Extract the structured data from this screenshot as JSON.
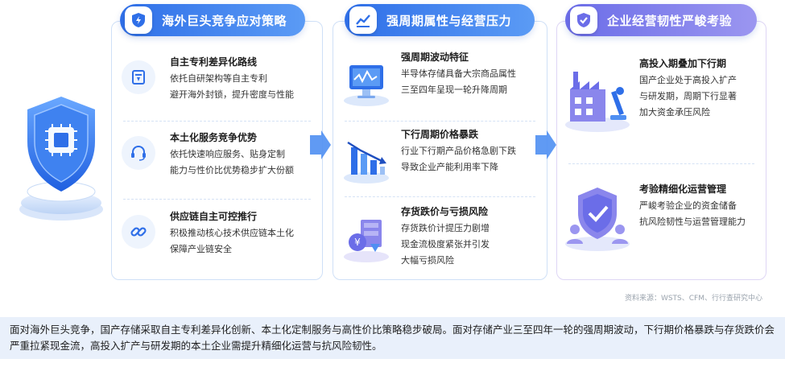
{
  "columns": [
    {
      "title": "海外巨头竞争应对策略",
      "icon": "shield-bolt-icon",
      "items": [
        {
          "title": "自主专利差异化路线",
          "lines": [
            "依托自研架构等自主专利",
            "避开海外封锁，提升密度与性能"
          ],
          "icon": "patent-document-icon"
        },
        {
          "title": "本土化服务竞争优势",
          "lines": [
            "依托快速响应服务、贴身定制",
            "能力与性价比优势稳步扩大份额"
          ],
          "icon": "headset-icon"
        },
        {
          "title": "供应链自主可控推行",
          "lines": [
            "积极推动核心技术供应链本土化",
            "保障产业链安全"
          ],
          "icon": "chain-link-icon"
        }
      ]
    },
    {
      "title": "强周期属性与经营压力",
      "icon": "trend-chart-icon",
      "items": [
        {
          "title": "强周期波动特征",
          "lines": [
            "半导体存储具备大宗商品属性",
            "三至四年呈现一轮升降周期"
          ],
          "icon": "monitor-wave-icon"
        },
        {
          "title": "下行周期价格暴跌",
          "lines": [
            "行业下行期产品价格急剧下跌",
            "导致企业产能利用率下降"
          ],
          "icon": "falling-bars-icon"
        },
        {
          "title": "存货跌价与亏损风险",
          "lines": [
            "存货跌价计提压力剧增",
            "现金流极度紧张并引发",
            "大幅亏损风险"
          ],
          "icon": "inventory-coin-icon"
        }
      ]
    },
    {
      "title": "企业经营韧性严峻考验",
      "icon": "shield-check-icon",
      "items": [
        {
          "title": "高投入期叠加下行期",
          "lines": [
            "国产企业处于高投入扩产",
            "与研发期，周期下行显著",
            "加大资金承压风险"
          ],
          "icon": "factory-microscope-icon"
        },
        {
          "title": "考验精细化运营管理",
          "lines": [
            "严峻考验企业的资金储备",
            "抗风险韧性与运营管理能力"
          ],
          "icon": "shield-team-icon"
        }
      ]
    }
  ],
  "source": "资料来源：WSTS、CFM、行行查研究中心",
  "summary": "面对海外巨头竞争，国产存储采取自主专利差异化创新、本土化定制服务与高性价比策略稳步破局。面对存储产业三至四年一轮的强周期波动，下行期价格暴跌与存货跌价会严重拉紧现金流，高投入扩产与研发期的本土企业需提升精细化运营与抗风险韧性。",
  "colors": {
    "blue": "#2f6fe8",
    "lightBlue": "#5b9bf5",
    "purple": "#6b6de8",
    "lightPurple": "#9b96f0",
    "panel": "#e9f0fb"
  }
}
